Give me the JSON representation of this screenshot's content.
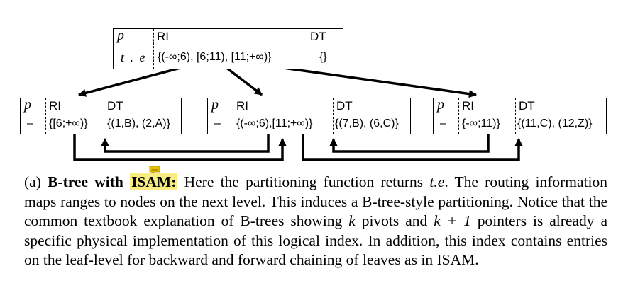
{
  "root_node": {
    "headers": {
      "p": "p",
      "ri": "RI",
      "dt": "DT"
    },
    "values": {
      "p": "t . e",
      "ri": "{(-∞;6), [6;11), [11;+∞)}",
      "dt": "{}"
    }
  },
  "leaf_nodes": [
    {
      "headers": {
        "p": "p",
        "ri": "RI",
        "dt": "DT"
      },
      "values": {
        "p": "–",
        "ri": "{[6;+∞)}",
        "dt": "{(1,B), (2,A)}"
      }
    },
    {
      "headers": {
        "p": "p",
        "ri": "RI",
        "dt": "DT"
      },
      "values": {
        "p": "–",
        "ri": "{(-∞;6),[11;+∞)}",
        "dt": "{(7,B), (6,C)}"
      }
    },
    {
      "headers": {
        "p": "p",
        "ri": "RI",
        "dt": "DT"
      },
      "values": {
        "p": "–",
        "ri": "{-∞;11)}",
        "dt": "{(11,C), (12,Z)}"
      }
    }
  ],
  "caption": {
    "label": "(a)",
    "title": "B-tree with ",
    "highlight": "ISAM:",
    "body_1": " Here the partitioning function returns ",
    "math": "t.e",
    "body_2": ". The routing information maps ranges to nodes on the next level. This induces a B-tree-style partitioning. Notice that the common textbook explanation of B-trees showing ",
    "k1": "k",
    "body_3": " pivots and ",
    "k2": "k + 1",
    "body_4": " pointers is already a specific physical implementation of this logical index. In addition, this index contains entries on the leaf-level for backward and forward chaining of leaves as in ISAM."
  },
  "colors": {
    "highlight": "#f9ec80",
    "note_icon": "#e8c400",
    "stroke": "#000000"
  },
  "icons": {
    "annotation": "note-icon"
  }
}
